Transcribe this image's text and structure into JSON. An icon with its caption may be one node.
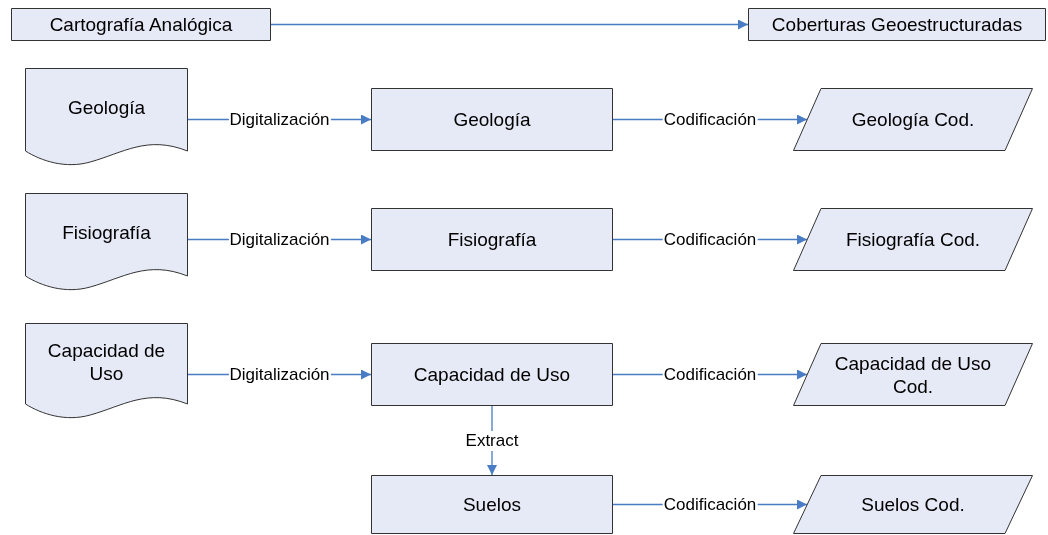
{
  "diagram": {
    "nodes": [
      {
        "text": [
          "Cartografía Analógica"
        ]
      },
      {
        "text": [
          "Coberturas Geoestructuradas"
        ]
      },
      {
        "text": [
          "Geología"
        ]
      },
      {
        "text": [
          "Geología"
        ]
      },
      {
        "text": [
          "Geología Cod."
        ]
      },
      {
        "text": [
          "Fisiografía"
        ]
      },
      {
        "text": [
          "Fisiografía"
        ]
      },
      {
        "text": [
          "Fisiografía Cod."
        ]
      },
      {
        "text": [
          "Capacidad de Uso"
        ]
      },
      {
        "text": [
          "Capacidad de Uso"
        ]
      },
      {
        "text": [
          "Capacidad de Uso Cod."
        ]
      },
      {
        "text": [
          "Suelos"
        ]
      },
      {
        "text": [
          "Suelos Cod."
        ]
      }
    ],
    "edges": [
      {
        "from": 0,
        "to": 1,
        "arrow": "to"
      },
      {
        "from": 2,
        "to": 3,
        "arrow": "to",
        "label": "Digitalización"
      },
      {
        "from": 3,
        "to": 4,
        "arrow": "to",
        "label": "Codificación"
      },
      {
        "from": 5,
        "to": 6,
        "arrow": "to",
        "label": "Digitalización"
      },
      {
        "from": 6,
        "to": 7,
        "arrow": "to",
        "label": "Codificación"
      },
      {
        "from": 8,
        "to": 9,
        "arrow": "to",
        "label": "Digitalización"
      },
      {
        "from": 9,
        "to": 10,
        "arrow": "to",
        "label": "Codificación"
      },
      {
        "from": 9,
        "to": 11,
        "arrow": "to",
        "label": "Extract"
      },
      {
        "from": 11,
        "to": 12,
        "arrow": "to",
        "label": "Codificación"
      }
    ]
  }
}
